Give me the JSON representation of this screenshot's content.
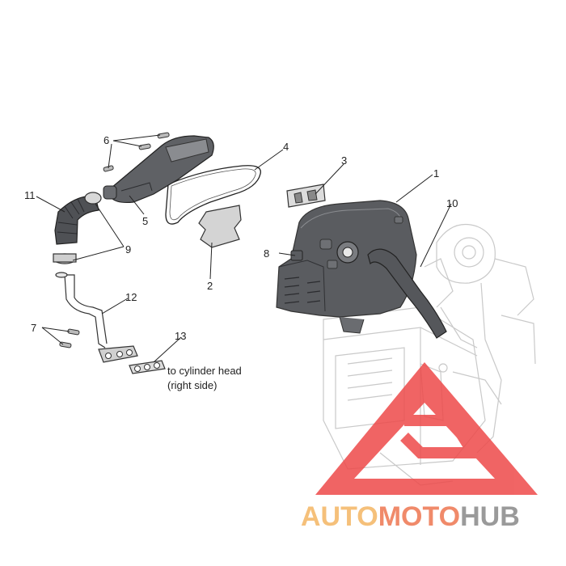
{
  "callouts": {
    "c1": "1",
    "c2": "2",
    "c3": "3",
    "c4": "4",
    "c5": "5",
    "c6": "6",
    "c7": "7",
    "c8": "8",
    "c9": "9",
    "c10": "10",
    "c11": "11",
    "c12": "12",
    "c13": "13"
  },
  "note": {
    "line1": "to cylinder head",
    "line2": "(right side)"
  },
  "watermark": {
    "part1": "AUTO",
    "part2": "MOTO",
    "part3": "HUB",
    "colors": {
      "part1": "#f5c07a",
      "part2": "#f08a6a",
      "part3": "#9a9a9a",
      "triangle": "#ee4a4a"
    }
  }
}
